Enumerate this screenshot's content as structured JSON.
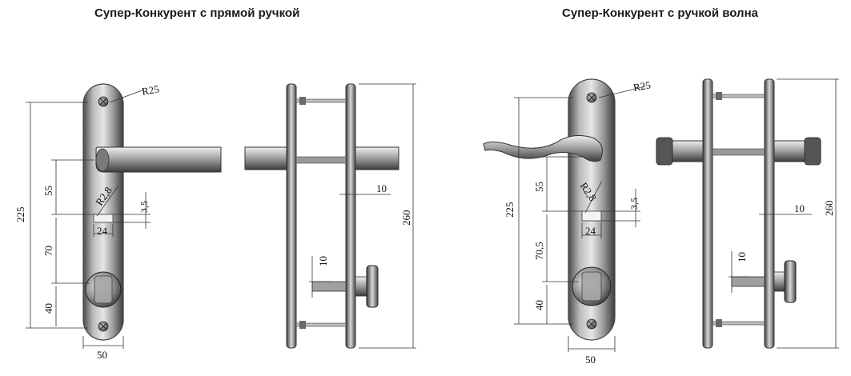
{
  "titles": {
    "left": "Супер-Конкурент с прямой ручкой",
    "right": "Супер-Конкурент с ручкой волна"
  },
  "left_set": {
    "r_outer": "R25",
    "r_inner": "R2,8",
    "dim_total_front": "225",
    "dim_handle": "55",
    "dim_middle": "70",
    "dim_bottom": "40",
    "dim_width": "50",
    "dim_key_width": "24",
    "dim_key_height": "3,5",
    "dim_side_total": "260",
    "dim_gap": "10",
    "dim_thumb": "10"
  },
  "right_set": {
    "r_outer": "R25",
    "r_inner": "R2,8",
    "dim_total_front": "225",
    "dim_handle": "55",
    "dim_middle": "70,5",
    "dim_bottom": "40",
    "dim_width": "50",
    "dim_key_width": "24",
    "dim_key_height": "3,5",
    "dim_side_total": "260",
    "dim_gap": "10",
    "dim_thumb": "10"
  }
}
